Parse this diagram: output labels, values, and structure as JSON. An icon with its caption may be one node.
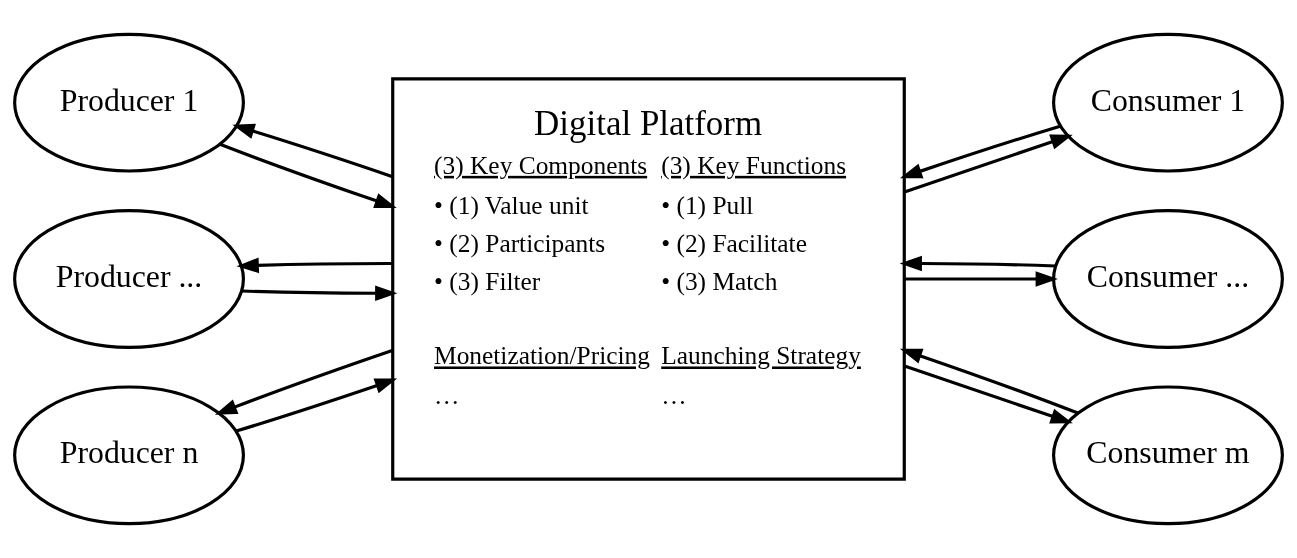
{
  "diagram": {
    "nodes": [
      {
        "text": [
          "Producer 1"
        ]
      },
      {
        "text": [
          "Consumer 1"
        ]
      },
      {
        "text": [
          "Producer ..."
        ]
      },
      {
        "text": [
          "Consumer ..."
        ]
      },
      {
        "text": [
          "Producer n"
        ]
      },
      {
        "text": [
          "Consumer m"
        ]
      },
      {
        "text": [
          "Digital Platform",
          "(3) Key Components",
          "• (1) Value unit",
          "• (2) Participants",
          "• (3) Filter",
          "(3) Key Functions",
          "• (1) Pull",
          "• (2) Facilitate",
          "• (3) Match",
          "Monetization/Pricing",
          "…",
          "Launching Strategy",
          "…"
        ]
      }
    ],
    "edges": [
      {
        "from": 0,
        "to": 6,
        "arrow": "to"
      },
      {
        "from": 6,
        "to": 0,
        "arrow": "to"
      },
      {
        "from": 1,
        "to": 6,
        "arrow": "to"
      },
      {
        "from": 6,
        "to": 1,
        "arrow": "to"
      },
      {
        "from": 2,
        "to": 6,
        "arrow": "to"
      },
      {
        "from": 6,
        "to": 2,
        "arrow": "to"
      },
      {
        "from": 3,
        "to": 6,
        "arrow": "to"
      },
      {
        "from": 6,
        "to": 3,
        "arrow": "to"
      },
      {
        "from": 4,
        "to": 6,
        "arrow": "to"
      },
      {
        "from": 6,
        "to": 4,
        "arrow": "to"
      },
      {
        "from": 5,
        "to": 6,
        "arrow": "to"
      },
      {
        "from": 6,
        "to": 5,
        "arrow": "to"
      }
    ]
  }
}
